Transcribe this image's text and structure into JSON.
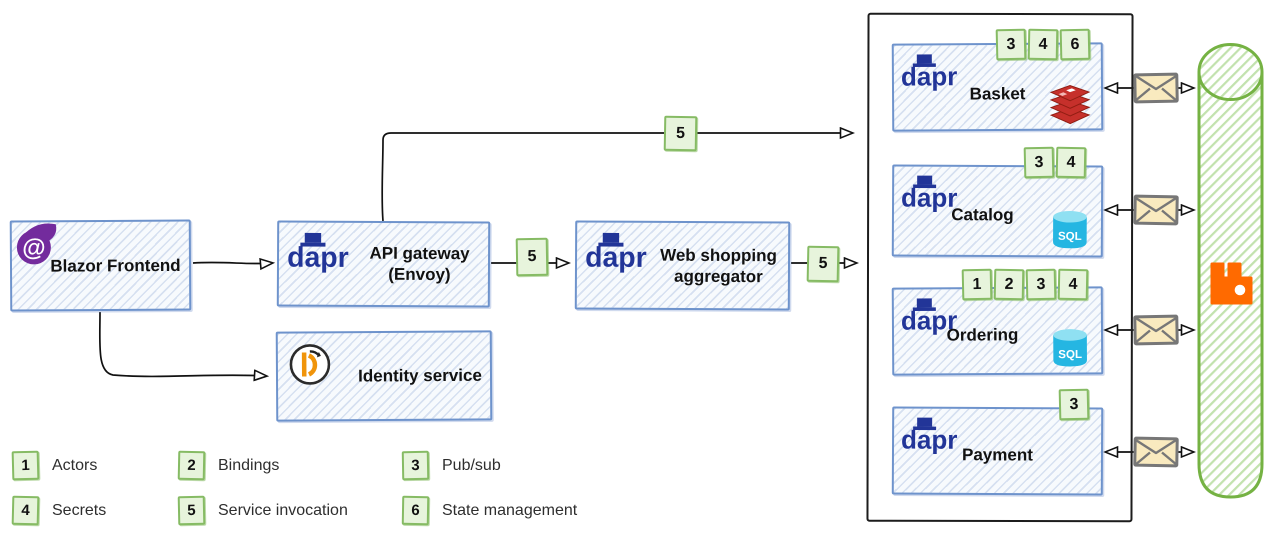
{
  "nodes": {
    "blazor": {
      "label": "Blazor Frontend",
      "icon": "blazor-icon"
    },
    "gateway": {
      "label": "API gateway (Envoy)",
      "icon": "dapr-icon"
    },
    "identity": {
      "label": "Identity service",
      "icon": "identityserver-icon"
    },
    "aggregator": {
      "label": "Web shopping aggregator",
      "icon": "dapr-icon"
    }
  },
  "services": [
    {
      "name": "Basket",
      "badges": [
        "3",
        "4",
        "6"
      ],
      "datastore": "redis-icon"
    },
    {
      "name": "Catalog",
      "badges": [
        "3",
        "4"
      ],
      "datastore": "sql-icon",
      "datastore_label": "SQL"
    },
    {
      "name": "Ordering",
      "badges": [
        "1",
        "2",
        "3",
        "4"
      ],
      "datastore": "sql-icon",
      "datastore_label": "SQL"
    },
    {
      "name": "Payment",
      "badges": [
        "3"
      ]
    }
  ],
  "arrow_badges": [
    "5",
    "5",
    "5"
  ],
  "message_bus": {
    "icon": "rabbitmq-icon",
    "connector_icon": "envelope-icon"
  },
  "legend": {
    "items": [
      {
        "num": "1",
        "label": "Actors"
      },
      {
        "num": "2",
        "label": "Bindings"
      },
      {
        "num": "3",
        "label": "Pub/sub"
      },
      {
        "num": "4",
        "label": "Secrets"
      },
      {
        "num": "5",
        "label": "Service invocation"
      },
      {
        "num": "6",
        "label": "State management"
      }
    ]
  },
  "colors": {
    "node_border_blue": "#6e93cc",
    "badge_green_border": "#86bb64",
    "badge_green_fill": "#e7f4dc",
    "dapr_navy": "#223598",
    "redis_red": "#c6302b",
    "sql_cyan": "#25b6e2",
    "rabbitmq_orange": "#ff6a00",
    "bus_green": "#75b243",
    "envelope_tan": "#f9eabf",
    "identity_orange": "#f0940a",
    "blazor_purple": "#732b9d"
  }
}
